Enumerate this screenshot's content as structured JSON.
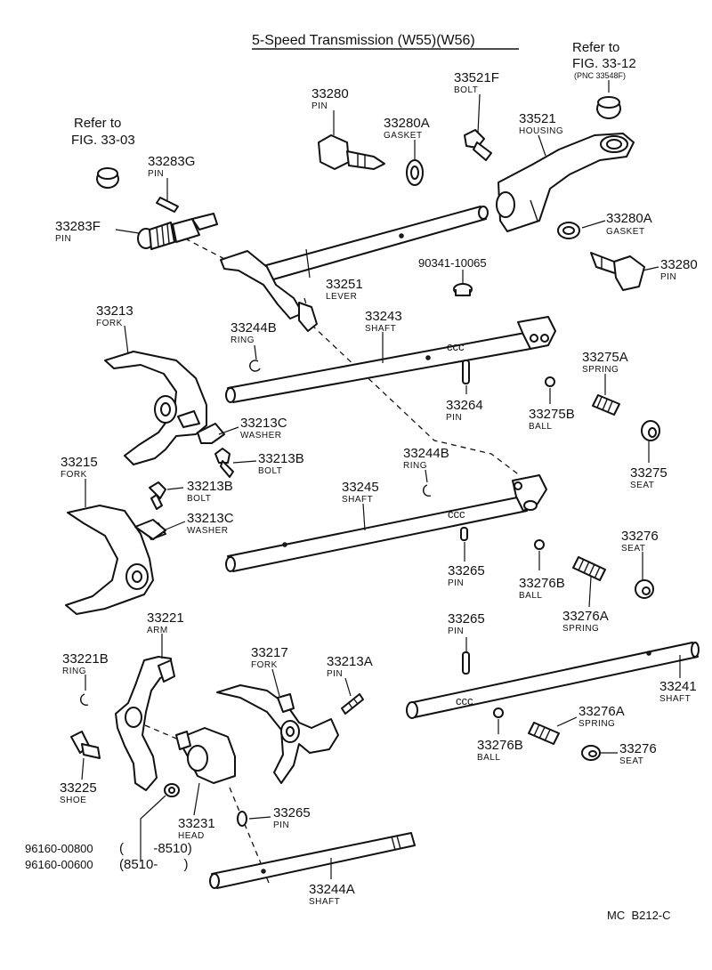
{
  "title": "5-Speed Transmission (W55)(W56)",
  "diagram_code": "MC  B212-C",
  "refs": [
    {
      "id": "r1",
      "line1": "Refer to",
      "line2": "FIG. 33-03",
      "line3": ""
    },
    {
      "id": "r2",
      "line1": "Refer to",
      "line2": "FIG. 33-12",
      "line3": "(PNC 33548F)"
    }
  ],
  "parts": [
    {
      "id": "p33280a",
      "number": "33280",
      "name": "PIN"
    },
    {
      "id": "p33280Aa",
      "number": "33280A",
      "name": "GASKET"
    },
    {
      "id": "p33521F",
      "number": "33521F",
      "name": "BOLT"
    },
    {
      "id": "p33521",
      "number": "33521",
      "name": "HOUSING"
    },
    {
      "id": "p33283G",
      "number": "33283G",
      "name": "PIN"
    },
    {
      "id": "p33283F",
      "number": "33283F",
      "name": "PIN"
    },
    {
      "id": "p33280Ab",
      "number": "33280A",
      "name": "GASKET"
    },
    {
      "id": "p33280b",
      "number": "33280",
      "name": "PIN"
    },
    {
      "id": "p90341",
      "number": "90341-10065",
      "name": ""
    },
    {
      "id": "p33251",
      "number": "33251",
      "name": "LEVER"
    },
    {
      "id": "p33213",
      "number": "33213",
      "name": "FORK"
    },
    {
      "id": "p33244B1",
      "number": "33244B",
      "name": "RING"
    },
    {
      "id": "p33243",
      "number": "33243",
      "name": "SHAFT"
    },
    {
      "id": "p33275A",
      "number": "33275A",
      "name": "SPRING"
    },
    {
      "id": "p33264",
      "number": "33264",
      "name": "PIN"
    },
    {
      "id": "p33275B",
      "number": "33275B",
      "name": "BALL"
    },
    {
      "id": "p33213C1",
      "number": "33213C",
      "name": "WASHER"
    },
    {
      "id": "p33213B1",
      "number": "33213B",
      "name": "BOLT"
    },
    {
      "id": "p33275",
      "number": "33275",
      "name": "SEAT"
    },
    {
      "id": "p33215",
      "number": "33215",
      "name": "FORK"
    },
    {
      "id": "p33244B2",
      "number": "33244B",
      "name": "RING"
    },
    {
      "id": "p33245",
      "number": "33245",
      "name": "SHAFT"
    },
    {
      "id": "p33213B2",
      "number": "33213B",
      "name": "BOLT"
    },
    {
      "id": "p33213C2",
      "number": "33213C",
      "name": "WASHER"
    },
    {
      "id": "p33276a",
      "number": "33276",
      "name": "SEAT"
    },
    {
      "id": "p33265a",
      "number": "33265",
      "name": "PIN"
    },
    {
      "id": "p33276Ba",
      "number": "33276B",
      "name": "BALL"
    },
    {
      "id": "p33276Aa",
      "number": "33276A",
      "name": "SPRING"
    },
    {
      "id": "p33221",
      "number": "33221",
      "name": "ARM"
    },
    {
      "id": "p33265b",
      "number": "33265",
      "name": "PIN"
    },
    {
      "id": "p33217",
      "number": "33217",
      "name": "FORK"
    },
    {
      "id": "p33213A",
      "number": "33213A",
      "name": "PIN"
    },
    {
      "id": "p33221B",
      "number": "33221B",
      "name": "RING"
    },
    {
      "id": "p33241",
      "number": "33241",
      "name": "SHAFT"
    },
    {
      "id": "p33276Ab",
      "number": "33276A",
      "name": "SPRING"
    },
    {
      "id": "p33276Bb",
      "number": "33276B",
      "name": "BALL"
    },
    {
      "id": "p33276b",
      "number": "33276",
      "name": "SEAT"
    },
    {
      "id": "p33225",
      "number": "33225",
      "name": "SHOE"
    },
    {
      "id": "p33231",
      "number": "33231",
      "name": "HEAD"
    },
    {
      "id": "p33265c",
      "number": "33265",
      "name": "PIN"
    },
    {
      "id": "p33244A",
      "number": "33244A",
      "name": "SHAFT"
    }
  ],
  "applicability": [
    {
      "number": "96160-00800",
      "range": "(        -8510)"
    },
    {
      "number": "96160-00600",
      "range": "(8510-       )"
    }
  ]
}
